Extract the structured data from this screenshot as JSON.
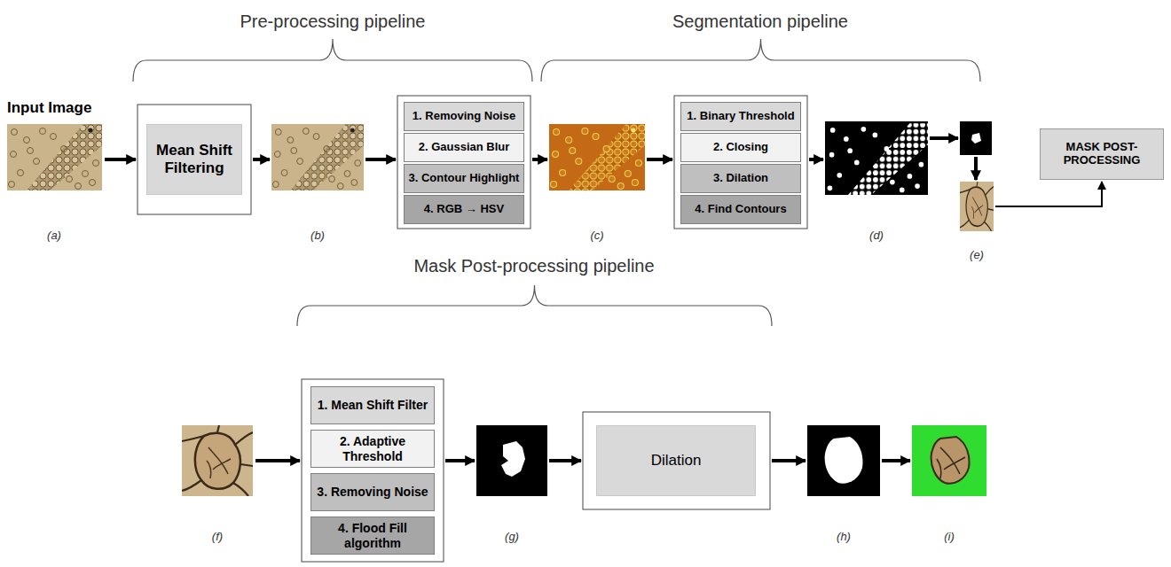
{
  "diagram": {
    "nodes": [
      {
        "text": [
          "Mean Shift Filtering"
        ]
      },
      {
        "text": [
          "1. Removing Noise"
        ]
      },
      {
        "text": [
          "2. Gaussian Blur"
        ]
      },
      {
        "text": [
          "3. Contour Highlight"
        ]
      },
      {
        "text": [
          "4. RGB → HSV"
        ]
      },
      {
        "text": [
          "1. Binary Threshold"
        ]
      },
      {
        "text": [
          "2. Closing"
        ]
      },
      {
        "text": [
          "3. Dilation"
        ]
      },
      {
        "text": [
          "4. Find Contours"
        ]
      },
      {
        "text": [
          "MASK POST-PROCESSING"
        ]
      },
      {
        "text": [
          "1. Mean Shift Filter"
        ]
      },
      {
        "text": [
          "2. Adaptive Threshold"
        ]
      },
      {
        "text": [
          "3. Removing Noise"
        ]
      },
      {
        "text": [
          "4. Flood Fill algorithm"
        ]
      },
      {
        "text": [
          "Dilation"
        ]
      }
    ],
    "labels": [
      "Pre-processing pipeline",
      "Segmentation pipeline",
      "Input Image",
      "(a)",
      "(b)",
      "(c)",
      "(d)",
      "(e)",
      "Mask Post-processing pipeline",
      "(f)",
      "(g)",
      "(h)",
      "(i)"
    ]
  }
}
